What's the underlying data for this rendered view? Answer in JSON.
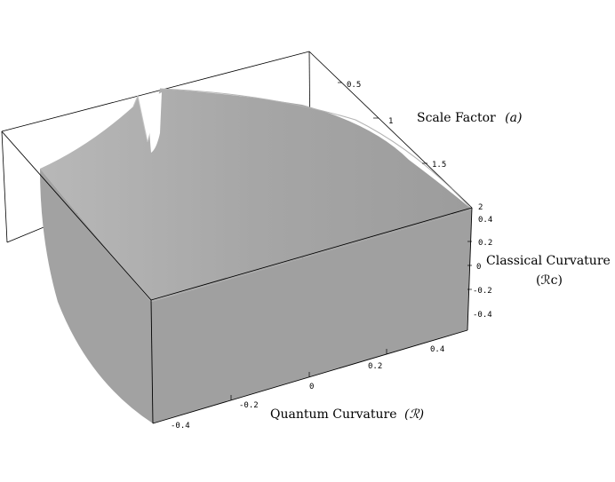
{
  "figure": {
    "surface_color": "#a9a9a9",
    "box_color": "#000000",
    "background": "#ffffff"
  },
  "axes": {
    "scale_factor": {
      "label": "Scale Factor",
      "symbol": "(a)",
      "ticks": [
        "0.5",
        "1",
        "1.5",
        "2"
      ]
    },
    "classical_curvature": {
      "label": "Classical Curvature",
      "symbol": "(ℛc)",
      "ticks": [
        "0.4",
        "0.2",
        "0",
        "-0.2",
        "-0.4"
      ]
    },
    "quantum_curvature": {
      "label": "Quantum Curvature",
      "symbol": "(ℛ)",
      "ticks": [
        "-0.4",
        "-0.2",
        "0",
        "0.2",
        "0.4"
      ]
    }
  }
}
